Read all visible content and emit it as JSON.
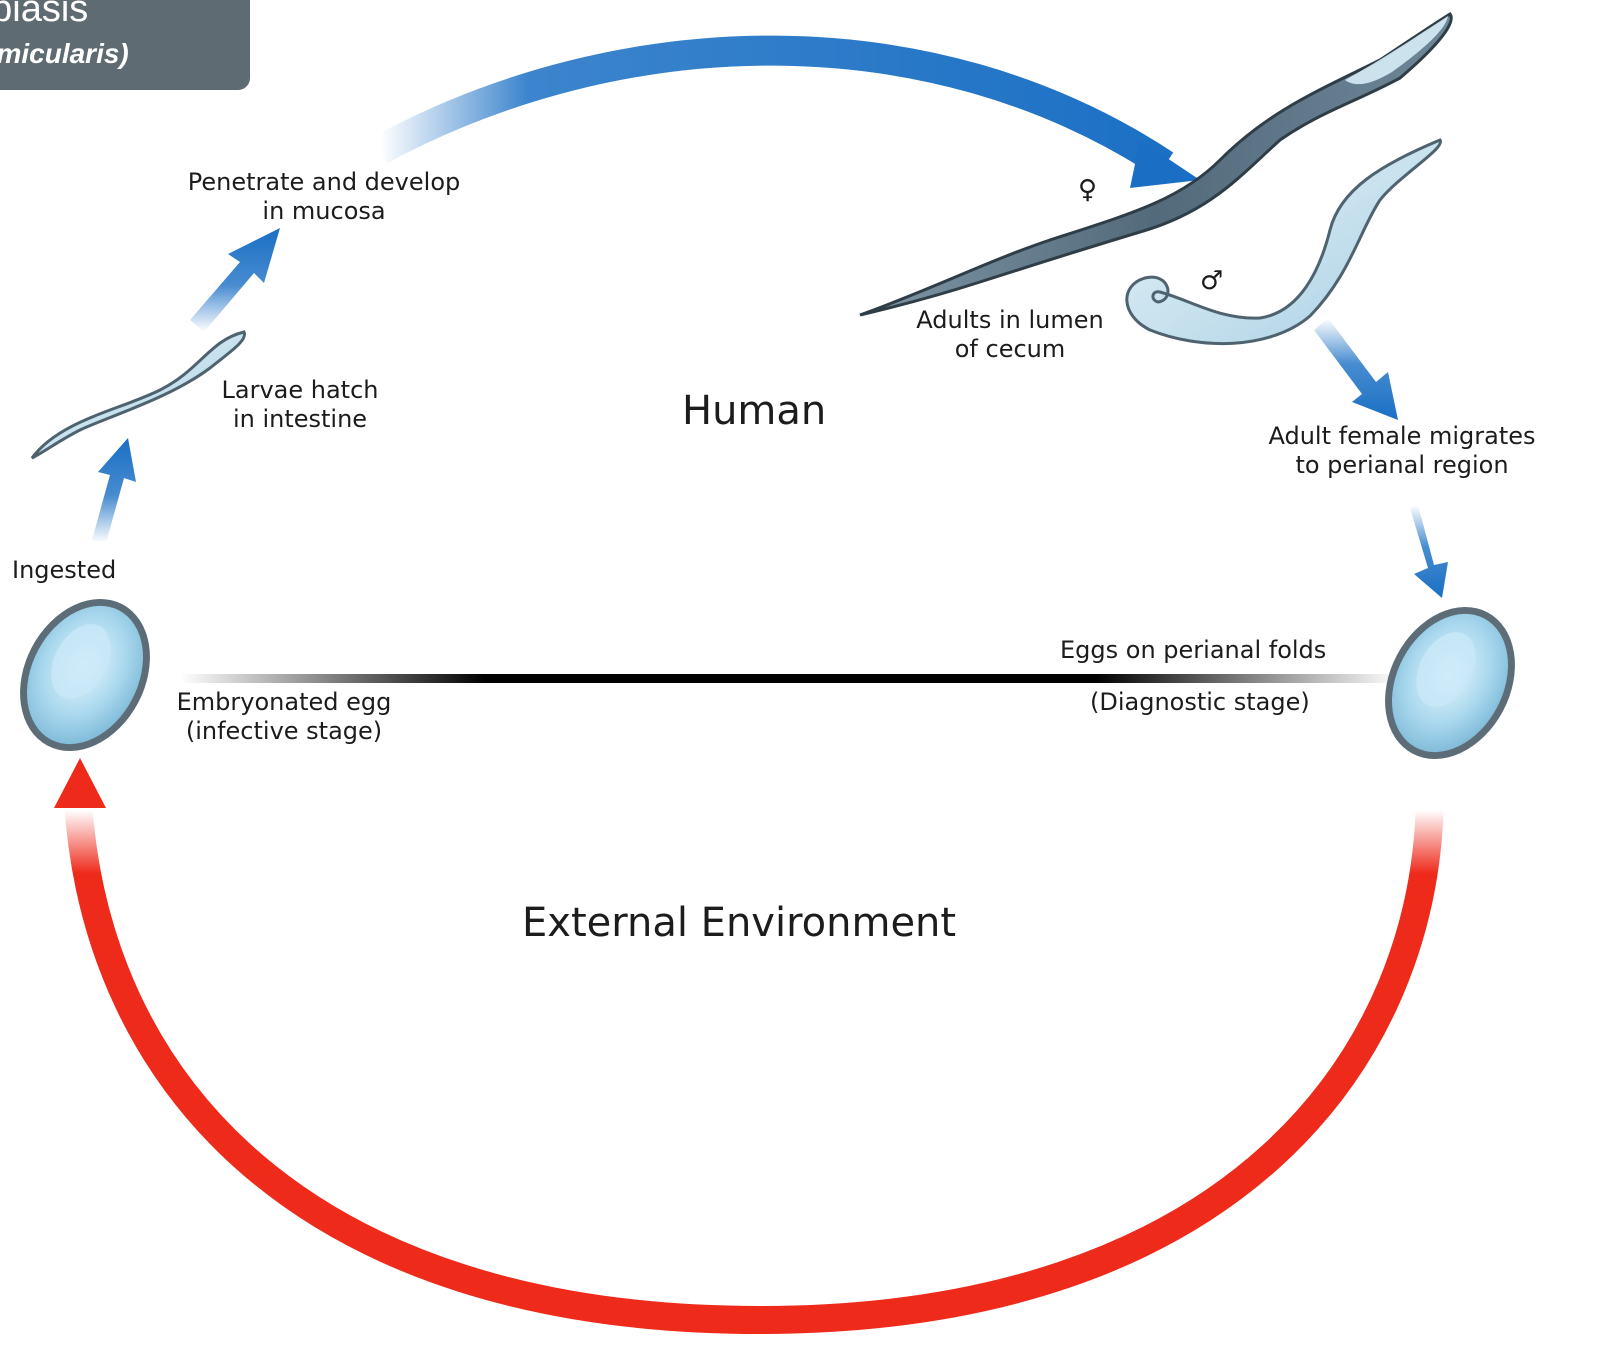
{
  "title": {
    "main": "obiasis",
    "subtitle": "ermicularis)"
  },
  "zones": {
    "human": "Human",
    "external": "External Environment"
  },
  "stages": {
    "ingested": "Ingested",
    "larvae_line1": "Larvae hatch",
    "larvae_line2": "in intestine",
    "penetrate_line1": "Penetrate and develop",
    "penetrate_line2": "in mucosa",
    "adults_line1": "Adults in lumen",
    "adults_line2": "of cecum",
    "migrates_line1": "Adult female migrates",
    "migrates_line2": "to perianal region",
    "eggs_perianal": "Eggs on perianal folds",
    "diagnostic": "(Diagnostic stage)",
    "embryonated_line1": "Embryonated egg",
    "embryonated_line2": "(infective stage)"
  },
  "symbols": {
    "female": "♀",
    "male": "♂"
  },
  "colors": {
    "human_arrow": "#1a6fc4",
    "external_arrow": "#ee2a1b",
    "title_bg": "#5f6b72"
  }
}
